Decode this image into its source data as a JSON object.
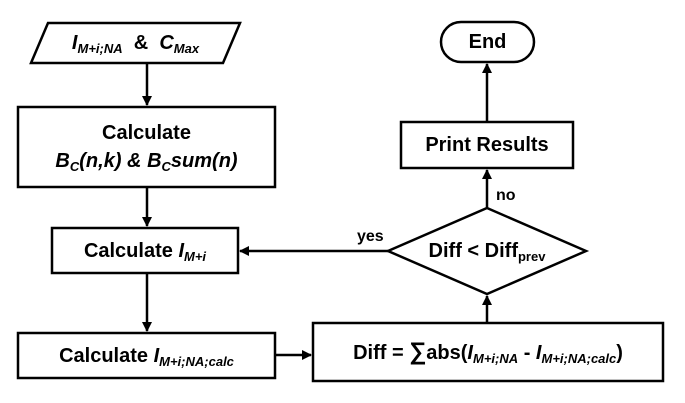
{
  "nodes": {
    "input": {
      "var_main": "I",
      "var_sub": "M+i;NA",
      "amp": "&",
      "var2_main": "C",
      "var2_sub": "Max"
    },
    "calc_bc": {
      "line1": "Calculate",
      "b1": "B",
      "b1_sub": "C",
      "args1": "(n,k)",
      "amp": "&",
      "b2": "B",
      "b2_sub": "C",
      "args2": "sum(n)"
    },
    "calc_im": {
      "prefix": "Calculate",
      "var": "I",
      "var_sub": "M+i"
    },
    "calc_calc": {
      "prefix": "Calculate",
      "var": "I",
      "var_sub": "M+i;NA;calc"
    },
    "diff_formula": {
      "lhs": "Diff =",
      "sigma": "∑",
      "func": "abs(",
      "v1": "I",
      "v1_sub": "M+i;NA",
      "minus": "-",
      "v2": "I",
      "v2_sub": "M+i;NA;calc",
      "close": ")"
    },
    "decision": {
      "lhs": "Diff < Diff",
      "sub": "prev"
    },
    "print": {
      "label": "Print Results"
    },
    "end": {
      "label": "End"
    }
  },
  "edges": {
    "yes_label": "yes",
    "no_label": "no"
  }
}
